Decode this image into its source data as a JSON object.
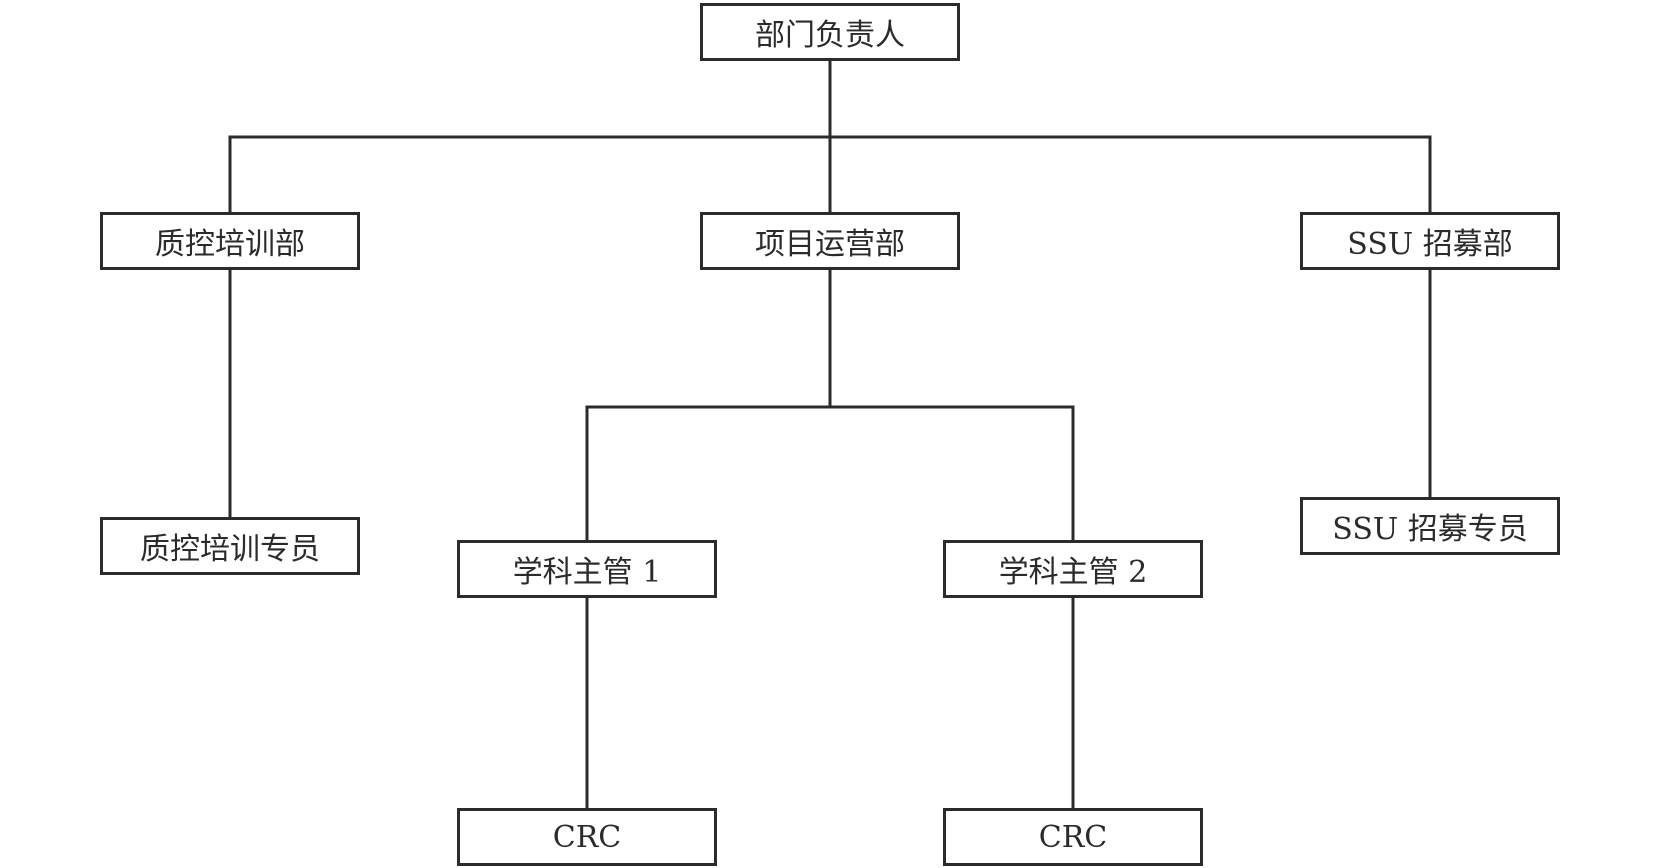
{
  "org_chart": {
    "head": "部门负责人",
    "departments": {
      "qc_training": "质控培训部",
      "project_ops": "项目运营部",
      "ssu_recruit": "SSU 招募部"
    },
    "roles": {
      "qc_training_specialist": "质控培训专员",
      "subject_supervisor_1": "学科主管 1",
      "subject_supervisor_2": "学科主管 2",
      "ssu_recruit_specialist": "SSU 招募专员",
      "crc_1": "CRC",
      "crc_2": "CRC"
    }
  },
  "colors": {
    "line": "#2b2b2b",
    "background": "#ffffff"
  }
}
